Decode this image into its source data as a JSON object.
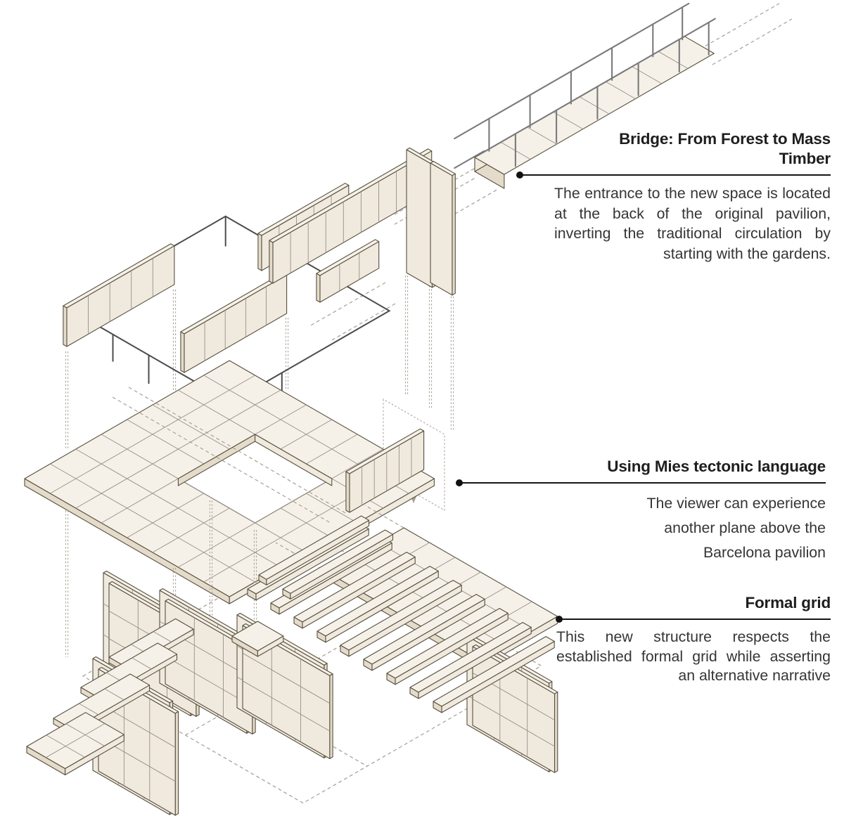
{
  "page": {
    "background": "#ffffff",
    "kind": "exploded-axonometric-architecture-diagram"
  },
  "colors": {
    "ink": "#1e1e1e",
    "body_text": "#353535",
    "leader_line": "#161616",
    "panel_fill": "#f0e9de",
    "panel_top": "#f6f1e8",
    "panel_side": "#e4dbca",
    "outline": "#57503f",
    "tile_grid": "#97908a",
    "dashed_line": "#a79f94",
    "railing": "#7a7a7a"
  },
  "diagram": {
    "name": "exploded-axonometric-of-barcelona-pavilion-addition",
    "components": [
      "bridge-deck-with-railings",
      "upper-wall-panels",
      "portal-panels",
      "roof-wire-frame",
      "upper-floor-plate-with-opening",
      "parapet-wall",
      "walkway-slab",
      "louver-roof-slats",
      "pavilion-wall-panels",
      "floor-plank-slabs",
      "dashed-projection-lines"
    ]
  },
  "annotations": [
    {
      "id": "bridge",
      "title": "Bridge: From Forest to Mass Timber",
      "body": "The entrance to the new space is located at the back of the original pavilion, inverting the traditional circulation by starting with the gardens."
    },
    {
      "id": "mies",
      "title": "Using Mies tectonic language",
      "body": "The viewer can experience another plane above the Barcelona pavilion"
    },
    {
      "id": "formal-grid",
      "title": "Formal grid",
      "body": "This new structure respects the established formal grid while asserting an alternative narrative"
    }
  ]
}
